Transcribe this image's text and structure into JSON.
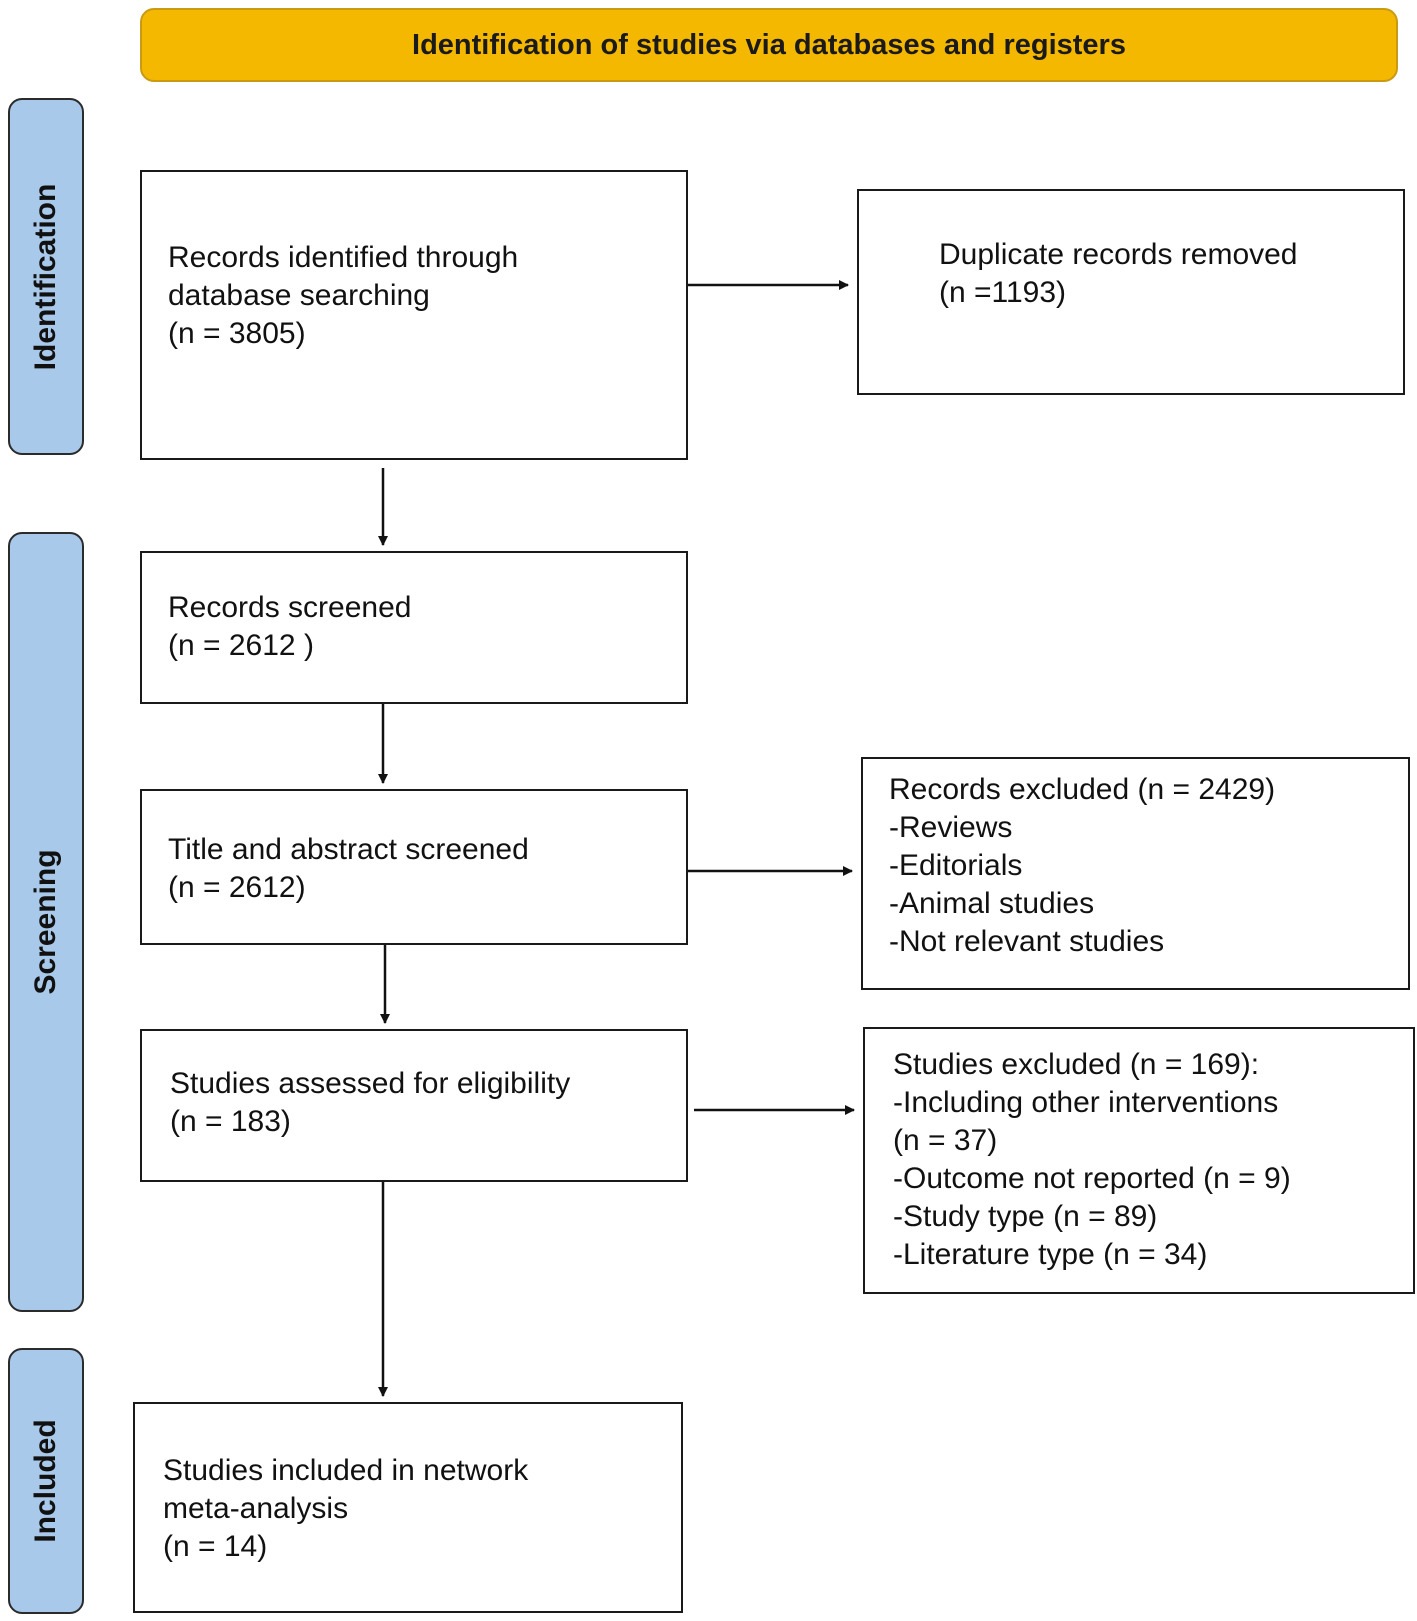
{
  "banner": "Identification of studies via databases and registers",
  "phases": {
    "identification": "Identification",
    "screening": "Screening",
    "included": "Included"
  },
  "boxes": {
    "records_identified": "Records identified through\ndatabase searching\n(n = 3805)",
    "duplicates_removed": "Duplicate records removed\n(n =1193)",
    "records_screened": "Records screened\n(n = 2612 )",
    "title_abstract": "Title and abstract screened\n(n = 2612)",
    "records_excluded": "Records excluded (n = 2429)\n-Reviews\n-Editorials\n-Animal studies\n-Not relevant studies",
    "assessed_eligibility": "Studies assessed for eligibility\n(n = 183)",
    "studies_excluded": "Studies excluded (n = 169):\n-Including other interventions\n(n = 37)\n-Outcome not reported (n = 9)\n-Study type (n = 89)\n-Literature type (n = 34)",
    "studies_included": "Studies included in network\nmeta-analysis\n(n = 14)"
  }
}
